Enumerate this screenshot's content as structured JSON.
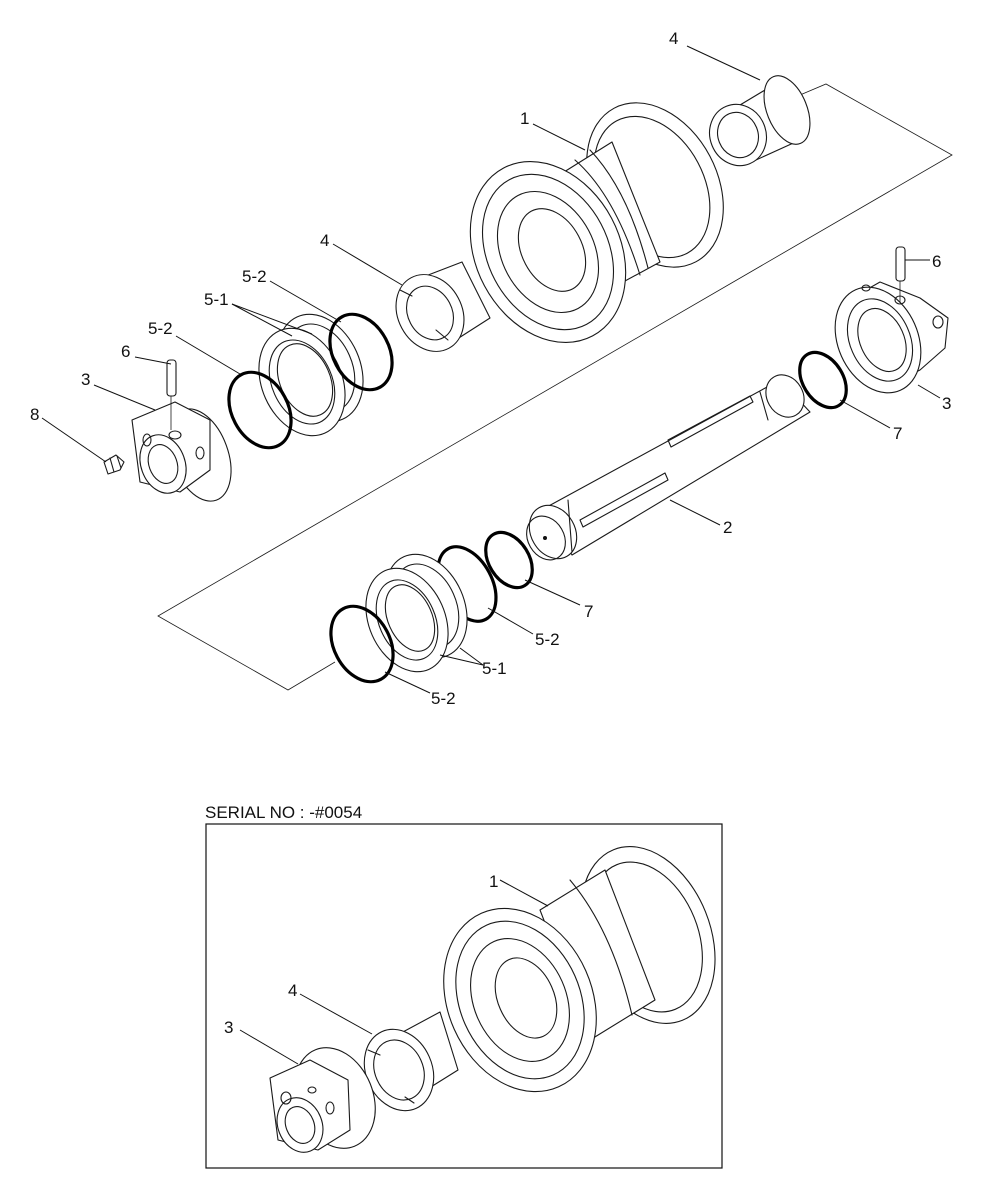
{
  "main": {
    "labels": {
      "roller_shell": "1",
      "shaft": "2",
      "collar_left": "3",
      "collar_right": "3",
      "bushing_top": "4",
      "bushing_mid": "4",
      "floating_seal_upper": "5-1",
      "floating_seal_lower": "5-1",
      "o_ring_upper_a": "5-2",
      "o_ring_upper_b": "5-2",
      "o_ring_lower_a": "5-2",
      "o_ring_lower_b": "5-2",
      "pin_left": "6",
      "pin_right": "6",
      "o_ring_shaft_right": "7",
      "o_ring_shaft_lower": "7",
      "plug": "8"
    }
  },
  "inset": {
    "title": "SERIAL NO : -#0054",
    "labels": {
      "roller_shell": "1",
      "collar": "3",
      "bushing": "4"
    }
  }
}
